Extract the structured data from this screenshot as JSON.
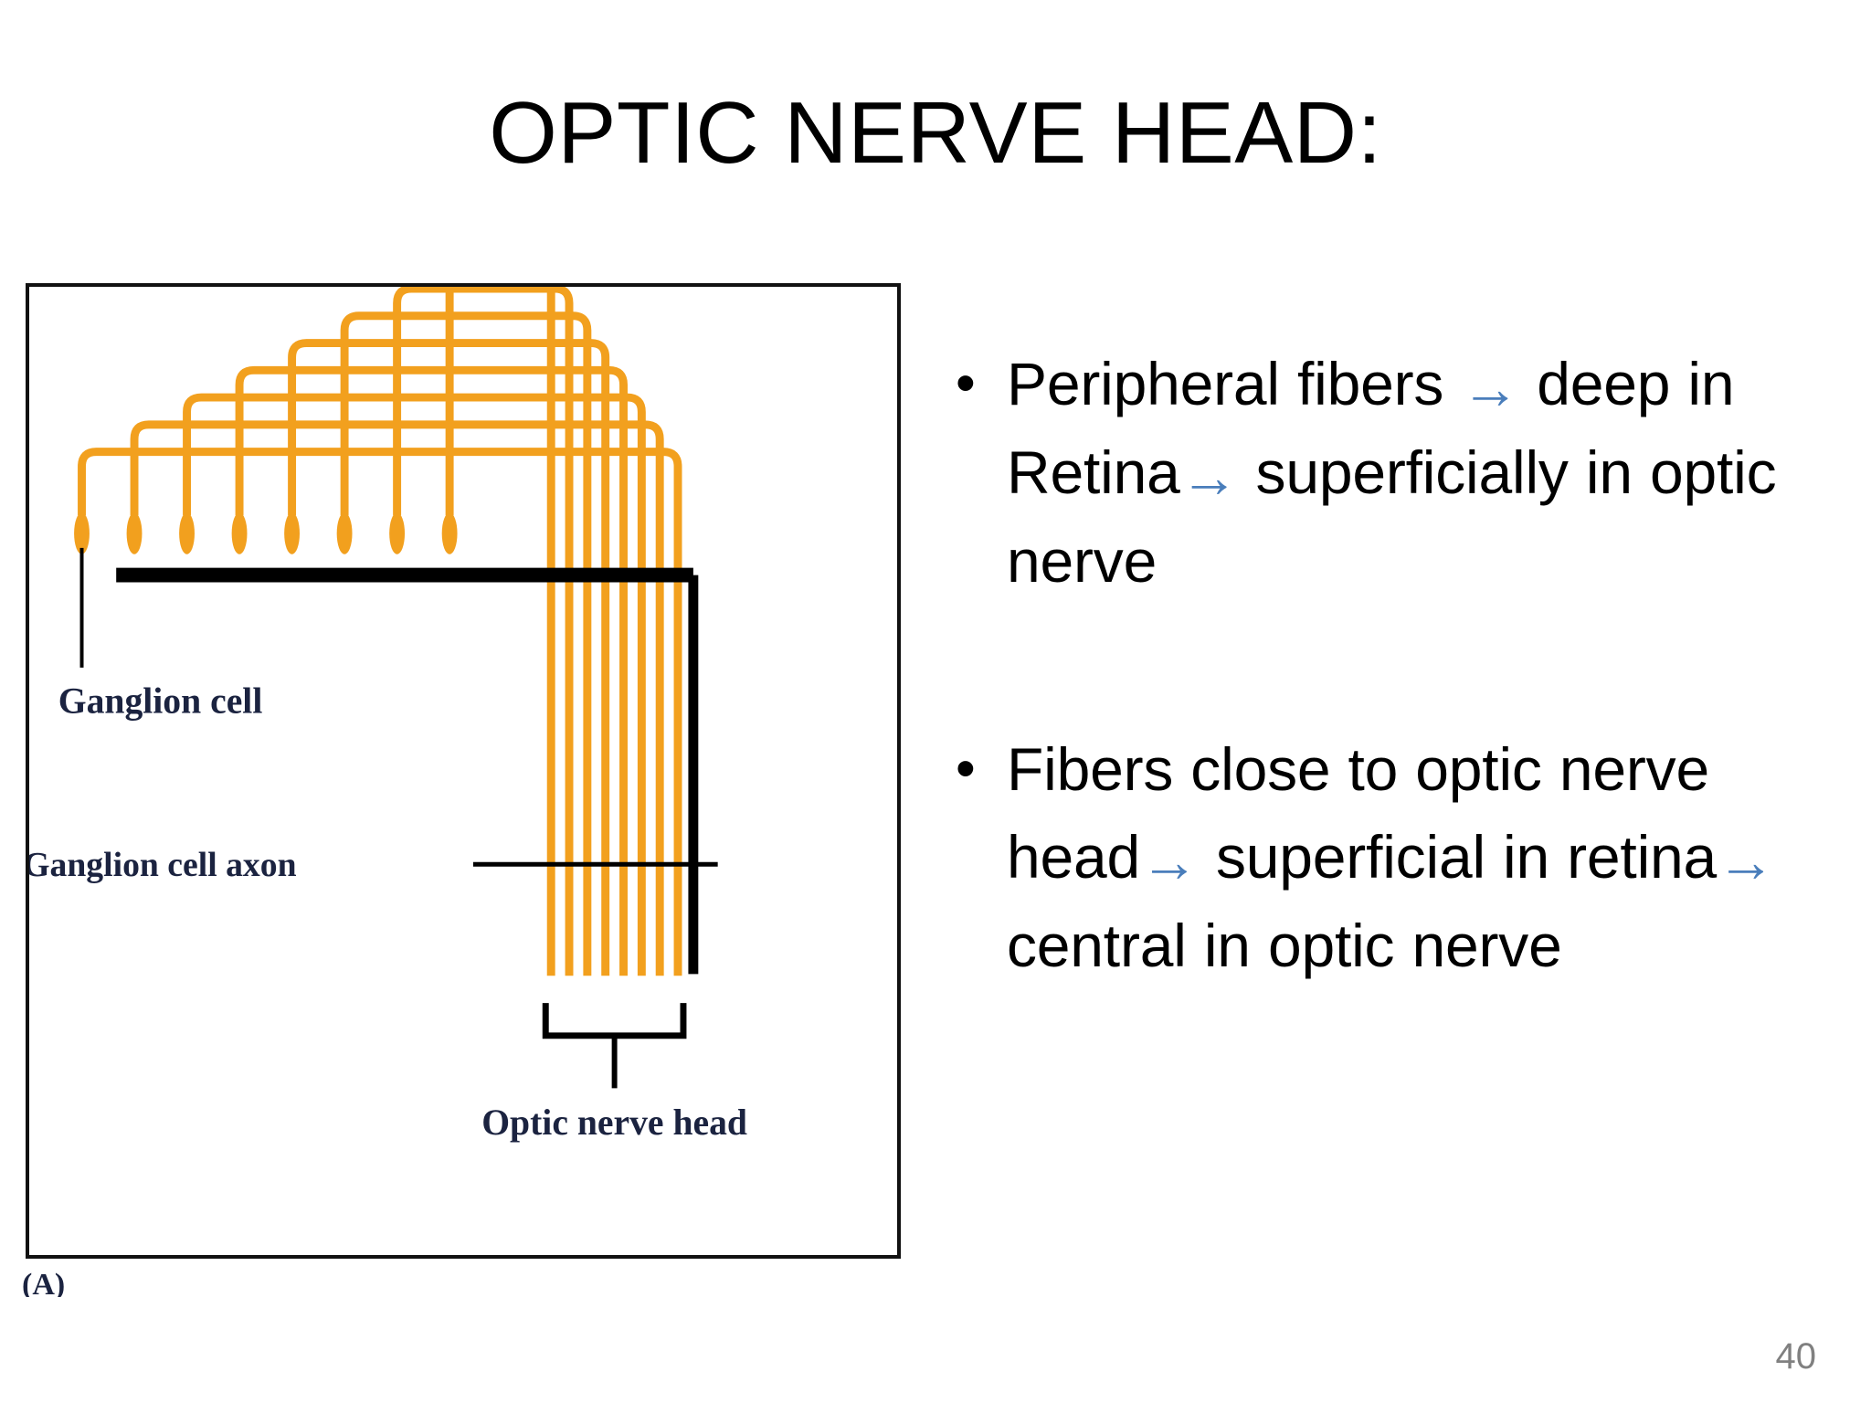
{
  "slide": {
    "title": "OPTIC NERVE HEAD:",
    "page_number": "40",
    "background_color": "#ffffff"
  },
  "figure": {
    "caption": "(A)",
    "border_color": "#111111",
    "fiber_color": "#F2A01E",
    "structure_color": "#000000",
    "labels": {
      "ganglion_cell": "Ganglion cell",
      "ganglion_cell_axon": "Ganglion cell axon",
      "optic_nerve_head": "Optic nerve head"
    },
    "description": {
      "cell_count": 8,
      "note": "Eight retinal ganglion cells whose axons arc to differing depths before descending together at the optic nerve head."
    }
  },
  "bullets": [
    {
      "marker": "•",
      "segments": [
        {
          "type": "text",
          "value": "Peripheral fibers "
        },
        {
          "type": "arrow",
          "value": "→"
        },
        {
          "type": "text",
          "value": " deep in Retina"
        },
        {
          "type": "arrow",
          "value": "→"
        },
        {
          "type": "text",
          "value": " superficially in optic nerve"
        }
      ],
      "plain": "Peripheral fibers → deep in Retina→ superficially in optic nerve"
    },
    {
      "marker": "•",
      "segments": [
        {
          "type": "text",
          "value": "Fibers close to optic nerve head"
        },
        {
          "type": "arrow",
          "value": "→"
        },
        {
          "type": "text",
          "value": " superficial in retina"
        },
        {
          "type": "arrow",
          "value": "→"
        },
        {
          "type": "text",
          "value": " central in optic nerve"
        }
      ],
      "plain": "Fibers close to optic nerve head→ superficial in retina→ central in optic nerve"
    }
  ],
  "colors": {
    "arrow_blue": "#4a7ebb",
    "fiber_orange": "#F2A01E",
    "page_number_gray": "#808080",
    "label_navy": "#1b2340"
  }
}
